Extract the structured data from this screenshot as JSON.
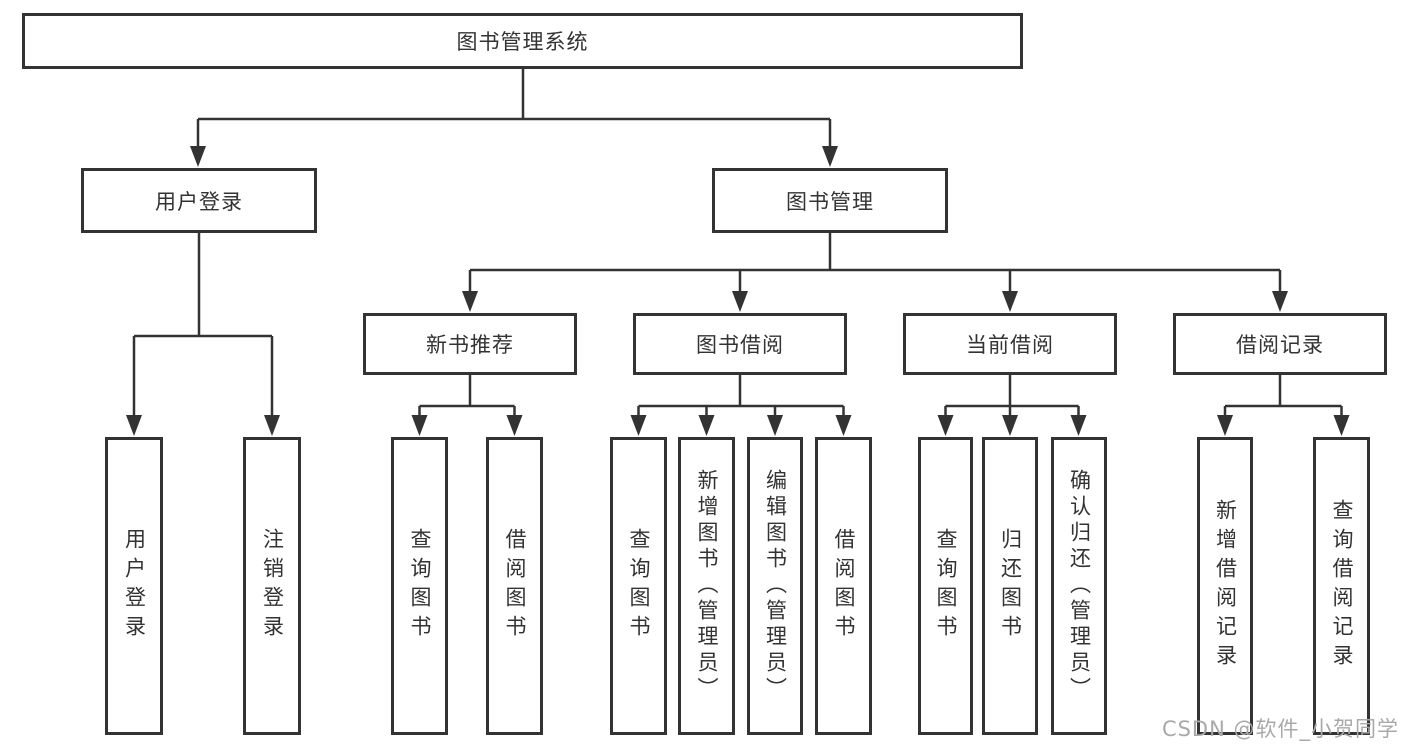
{
  "colors": {
    "line": "#333333",
    "box_border": "#333333",
    "text": "#333333",
    "watermark_text": "#a9a9a9",
    "background": "#ffffff"
  },
  "tree": {
    "root": "图书管理系统",
    "level2": [
      {
        "label": "用户登录",
        "children": [
          "用户登录",
          "注销登录"
        ]
      },
      {
        "label": "图书管理"
      }
    ],
    "level3": [
      {
        "label": "新书推荐",
        "children": [
          "查询图书",
          "借阅图书"
        ]
      },
      {
        "label": "图书借阅",
        "children": [
          "查询图书",
          "新增图书（管理员）",
          "编辑图书（管理员）",
          "借阅图书"
        ]
      },
      {
        "label": "当前借阅",
        "children": [
          "查询图书",
          "归还图书",
          "确认归还（管理员）"
        ]
      },
      {
        "label": "借阅记录",
        "children": [
          "新增借阅记录",
          "查询借阅记录"
        ]
      }
    ]
  },
  "watermark": "CSDN @软件_小贺同学"
}
